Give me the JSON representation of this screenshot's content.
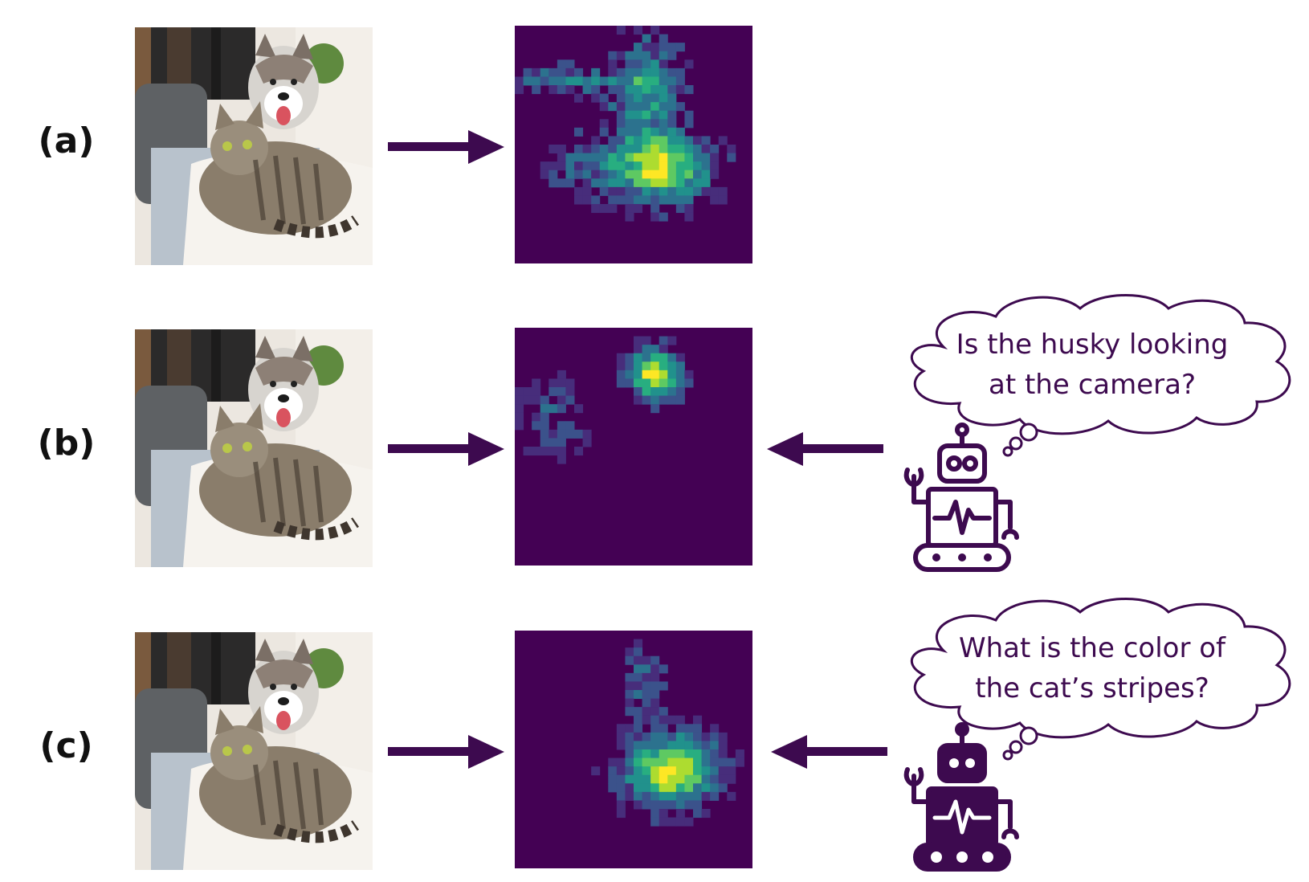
{
  "colors": {
    "accent": "#3d0a4f",
    "heatmap_bg": "#440154"
  },
  "rows": [
    {
      "label": "(a)",
      "question": null,
      "focus": "whole"
    },
    {
      "label": "(b)",
      "question_lines": [
        "Is the husky looking",
        "at the camera?"
      ],
      "focus": "husky"
    },
    {
      "label": "(c)",
      "question_lines": [
        "What is the color of",
        "the cat’s stripes?"
      ],
      "focus": "cat"
    }
  ],
  "icons": [
    "right-arrow-icon",
    "left-arrow-icon",
    "thought-cloud-icon",
    "robot-icon"
  ]
}
